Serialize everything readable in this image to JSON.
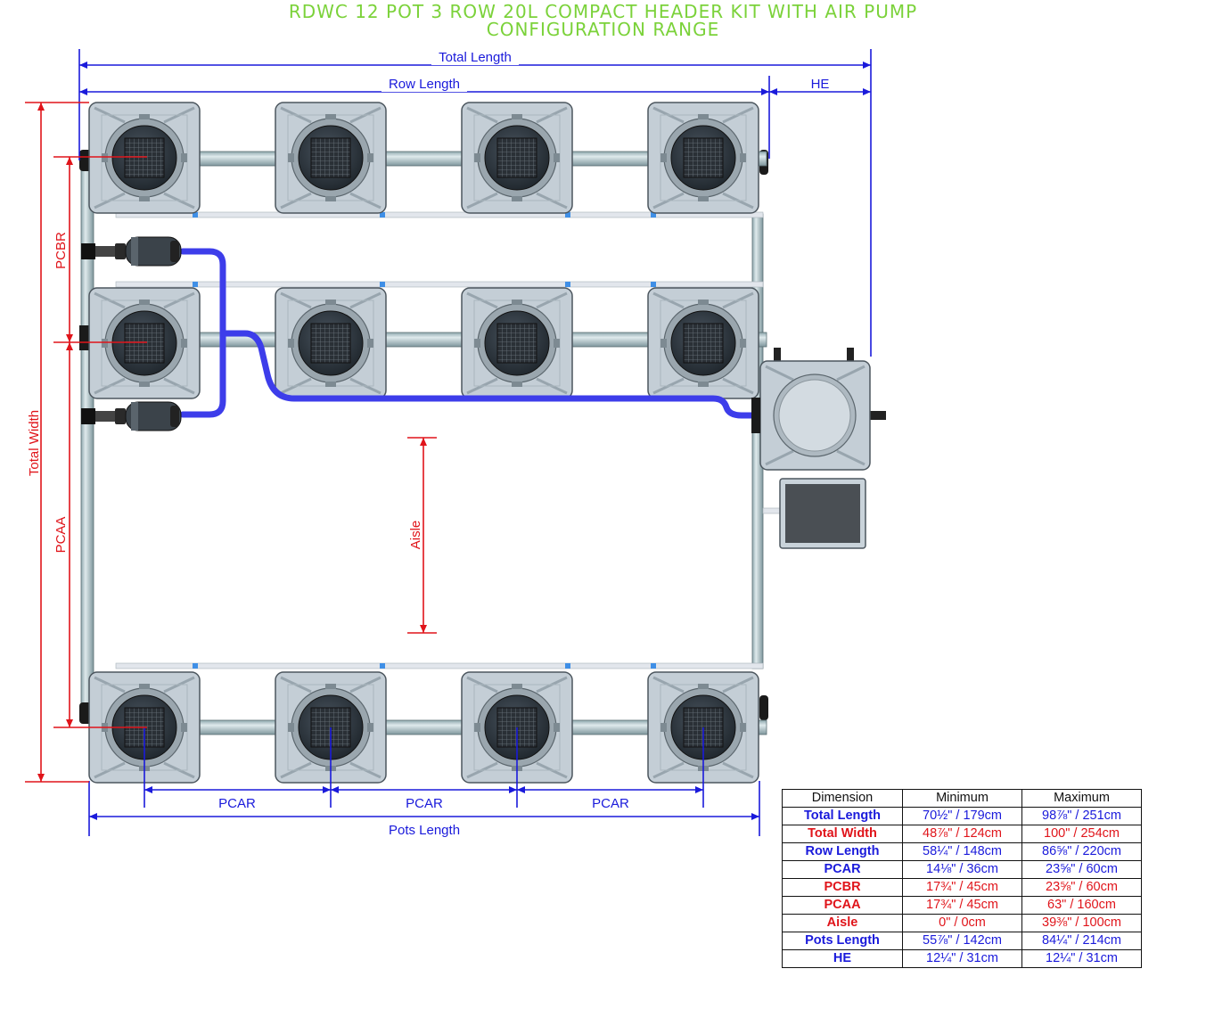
{
  "header": {
    "title_line1": "RDWC 12 POT 3 ROW 20L COMPACT HEADER KIT WITH AIR PUMP",
    "title_line2": "CONFIGURATION RANGE"
  },
  "colors": {
    "title": "#7bd23a",
    "dimension_blue": "#1a1adb",
    "dimension_red": "#e0141a",
    "hose_blue": "#3d3dea",
    "pot_body": "#c9d3da",
    "pipe": "#a9c2c8"
  },
  "labels": {
    "total_length": "Total Length",
    "row_length": "Row Length",
    "he": "HE",
    "total_width": "Total Width",
    "pcbr": "PCBR",
    "pcaa": "PCAA",
    "aisle": "Aisle",
    "pcar_1": "PCAR",
    "pcar_2": "PCAR",
    "pcar_3": "PCAR",
    "pots_length": "Pots Length"
  },
  "table": {
    "headers": [
      "Dimension",
      "Minimum",
      "Maximum"
    ],
    "rows": [
      {
        "name": "Total Length",
        "min": "70½\" / 179cm",
        "max": "98⅞\" / 251cm",
        "color": "blue"
      },
      {
        "name": "Total Width",
        "min": "48⅞\" / 124cm",
        "max": "100\" / 254cm",
        "color": "red"
      },
      {
        "name": "Row Length",
        "min": "58¼\" / 148cm",
        "max": "86⅝\" / 220cm",
        "color": "blue"
      },
      {
        "name": "PCAR",
        "min": "14⅛\" / 36cm",
        "max": "23⅝\" / 60cm",
        "color": "blue"
      },
      {
        "name": "PCBR",
        "min": "17¾\" / 45cm",
        "max": "23⅝\" / 60cm",
        "color": "red"
      },
      {
        "name": "PCAA",
        "min": "17¾\" / 45cm",
        "max": "63\" / 160cm",
        "color": "red"
      },
      {
        "name": "Aisle",
        "min": "0\" / 0cm",
        "max": "39⅜\" / 100cm",
        "color": "red"
      },
      {
        "name": "Pots Length",
        "min": "55⅞\" / 142cm",
        "max": "84¼\" / 214cm",
        "color": "blue"
      },
      {
        "name": "HE",
        "min": "12¼\" / 31cm",
        "max": "12¼\" / 31cm",
        "color": "blue"
      }
    ]
  },
  "icons": {
    "pot": "grow-pot-icon",
    "header_tank": "header-tank-icon",
    "air_pump": "air-pump-icon",
    "pump": "water-pump-icon"
  }
}
